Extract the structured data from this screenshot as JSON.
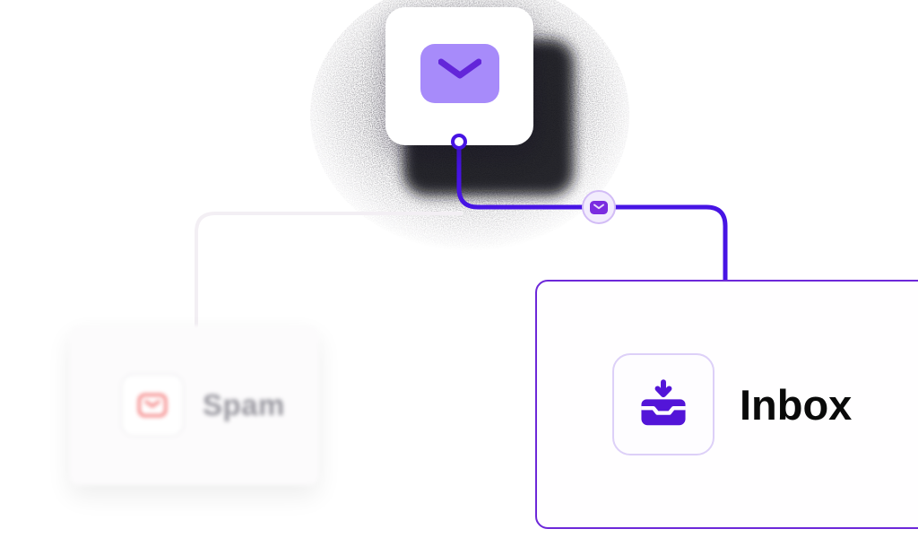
{
  "diagram": {
    "title": "email-routing-illustration",
    "source": {
      "icon": "mail-icon"
    },
    "badge": {
      "icon": "mail-badge-icon"
    },
    "branches": {
      "spam": {
        "label": "Spam",
        "icon": "spam-mail-icon"
      },
      "inbox": {
        "label": "Inbox",
        "icon": "inbox-arrow-down-icon"
      }
    }
  },
  "colors": {
    "accent_purple": "#4714e4",
    "envelope_light_purple": "#a78bfa",
    "envelope_chevron_purple": "#6326d9",
    "inbox_border_purple": "#6d28d9",
    "inbox_icon_purple": "#5315d8",
    "badge_bg": "#f2ecfd",
    "badge_border": "#d2bcf6",
    "spam_red": "#f26d6d",
    "spam_text_gray": "#97969e",
    "white_connector": "#f3eff4",
    "text_black": "#0a0a0a"
  }
}
